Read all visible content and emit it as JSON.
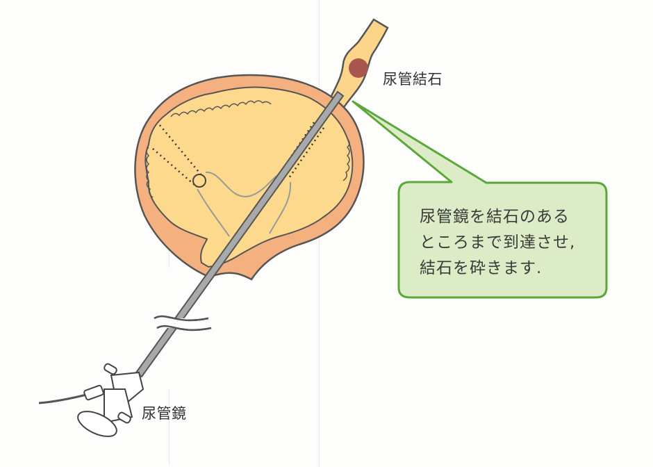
{
  "figure": {
    "labels": {
      "ureteral_stone": "尿管結石",
      "ureteroscope": "尿管鏡"
    },
    "callout": {
      "lines": [
        "尿管鏡を結石のある",
        "ところまで到達させ,",
        "結石を砕きます."
      ]
    },
    "colors": {
      "bladder_wall": "#f4b07e",
      "bladder_lumen": "#fdd98e",
      "outline": "#555555",
      "stone": "#a9574e",
      "scope_shaft": "#a7a9ab",
      "callout_fill": "#dcecc6",
      "callout_border": "#5aa839"
    }
  }
}
